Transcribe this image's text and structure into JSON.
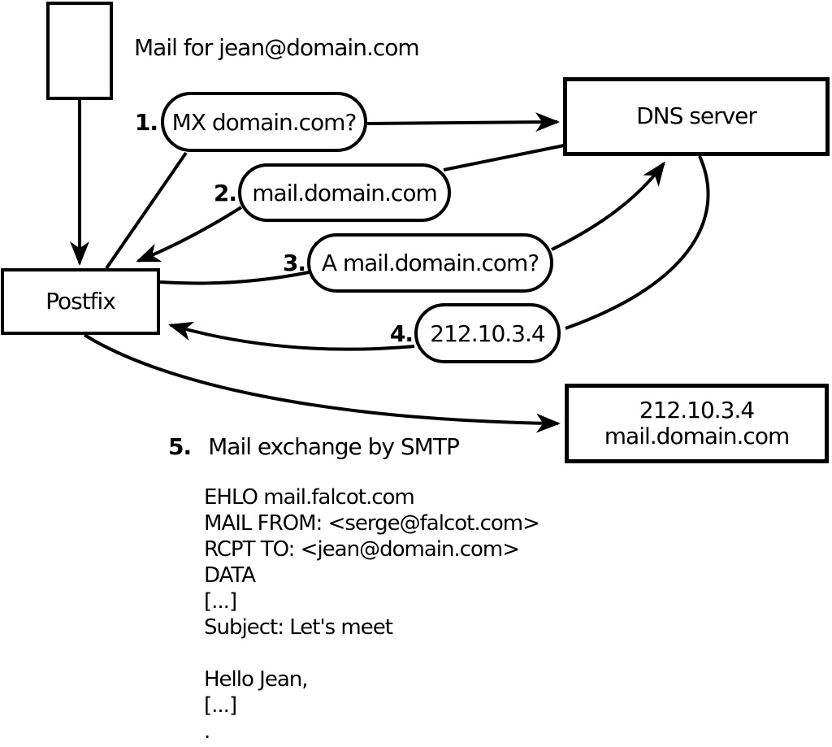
{
  "note": {
    "text": "Mail for jean@domain.com"
  },
  "nodes": {
    "postfix": {
      "label": "Postfix"
    },
    "dns_server": {
      "label": "DNS server"
    },
    "mail_server": {
      "line1": "212.10.3.4",
      "line2": "mail.domain.com"
    }
  },
  "exchanges": [
    {
      "num": "1.",
      "label": "MX domain.com?",
      "direction": "postfix-to-dns-query"
    },
    {
      "num": "2.",
      "label": "mail.domain.com",
      "direction": "dns-to-postfix-response"
    },
    {
      "num": "3.",
      "label": "A mail.domain.com?",
      "direction": "postfix-to-dns-query"
    },
    {
      "num": "4.",
      "label": "212.10.3.4",
      "direction": "dns-to-postfix-response"
    },
    {
      "num": "5.",
      "label": "Mail exchange by SMTP",
      "direction": "postfix-to-mailserver"
    }
  ],
  "smtp_session": {
    "lines": [
      "EHLO mail.falcot.com",
      "MAIL FROM: <serge@falcot.com>",
      "RCPT TO: <jean@domain.com>",
      "DATA",
      "[...]",
      "Subject: Let's meet",
      "",
      "Hello Jean,",
      "[...]",
      "."
    ]
  },
  "colors": {
    "stroke": "#000000",
    "background": "#ffffff"
  }
}
